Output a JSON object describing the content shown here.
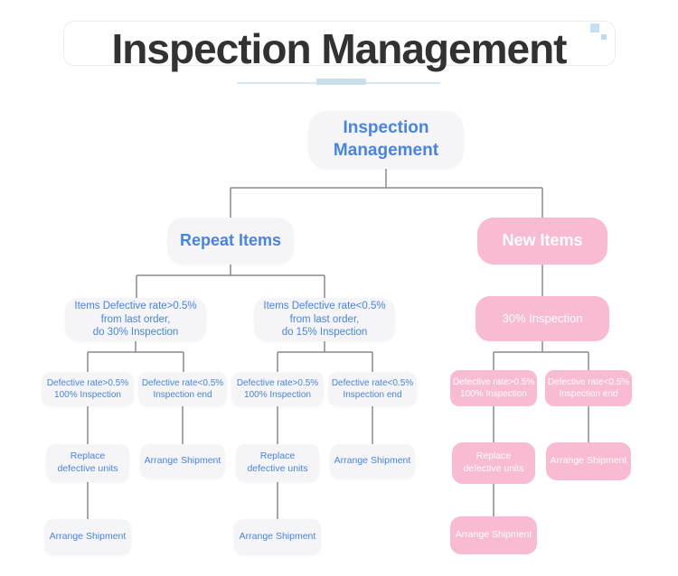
{
  "header": {
    "title": "Inspection Management"
  },
  "colors": {
    "blue_text": "#4784e4",
    "pink_node": "#f9bad3",
    "gray_node": "#f5f5f7",
    "connector_gray": "#8a8a8a",
    "title_text": "#323232",
    "underline_blue": "#c9dfec"
  },
  "flowchart": {
    "root": "Inspection Management",
    "repeat": {
      "label": "Repeat Items",
      "high": {
        "condition": "Items Defective rate>0.5%\nfrom last order,\ndo 30% Inspection",
        "defective": {
          "label": "Defective rate>0.5%\n100% Inspection",
          "action": "Replace\ndefective units",
          "next": "Arrange Shipment"
        },
        "ok": {
          "label": "Defective rate<0.5%\nInspection end",
          "action": "Arrange Shipment"
        }
      },
      "low": {
        "condition": "Items Defective rate<0.5%\nfrom last order,\ndo 15% Inspection",
        "defective": {
          "label": "Defective rate>0.5%\n100% Inspection",
          "action": "Replace\ndefective units",
          "next": "Arrange Shipment"
        },
        "ok": {
          "label": "Defective rate<0.5%\nInspection end",
          "action": "Arrange Shipment"
        }
      }
    },
    "new_items": {
      "label": "New Items",
      "inspection": "30% Inspection",
      "defective": {
        "label": "Defective rate>0.5%\n100% Inspection",
        "action": "Replace\ndefective units",
        "next": "Arrange Shipment"
      },
      "ok": {
        "label": "Defective rate<0.5%\nInspection end",
        "action": "Arrange Shipment"
      }
    }
  }
}
